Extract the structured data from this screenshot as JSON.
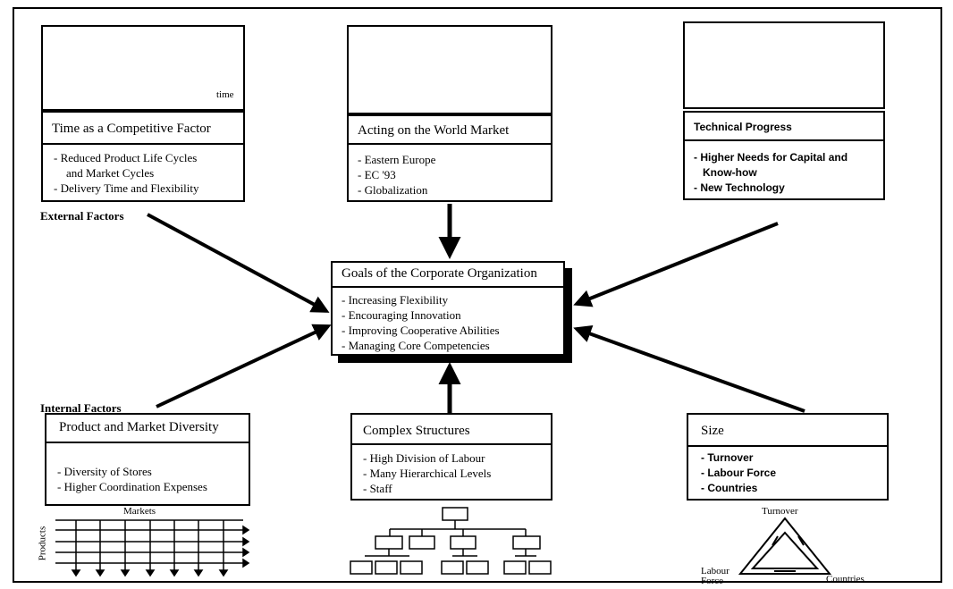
{
  "top_left": {
    "chart_axis_label": "time",
    "title": "Time as a Competitive Factor",
    "items": [
      "- Reduced Product Life Cycles",
      "  and Market Cycles",
      "- Delivery Time and Flexibility"
    ]
  },
  "top_center": {
    "title": "Acting on the World Market",
    "items": [
      "- Eastern Europe",
      "- EC '93",
      "- Globalization"
    ]
  },
  "top_right": {
    "title": "Technical Progress",
    "items": [
      "- Higher Needs for Capital and",
      "  Know-how",
      "- New Technology"
    ]
  },
  "labels": {
    "external": "External Factors",
    "internal": "Internal Factors"
  },
  "center": {
    "title": "Goals of the Corporate Organization",
    "items": [
      "- Increasing Flexibility",
      "- Encouraging Innovation",
      "- Improving Cooperative Abilities",
      "- Managing Core Competencies"
    ]
  },
  "bottom_left": {
    "title": "Product and Market Diversity",
    "items": [
      "- Diversity of Stores",
      "- Higher Coordination Expenses"
    ],
    "grid_top_label": "Markets",
    "grid_side_label": "Products"
  },
  "bottom_center": {
    "title": "Complex Structures",
    "items": [
      "- High Division of Labour",
      "- Many Hierarchical Levels",
      "- Staff"
    ]
  },
  "bottom_right": {
    "title": "Size",
    "items": [
      "- Turnover",
      "- Labour Force",
      "- Countries"
    ],
    "triangle_top": "Turnover",
    "triangle_left": "Labour Force",
    "triangle_right": "Countries"
  }
}
